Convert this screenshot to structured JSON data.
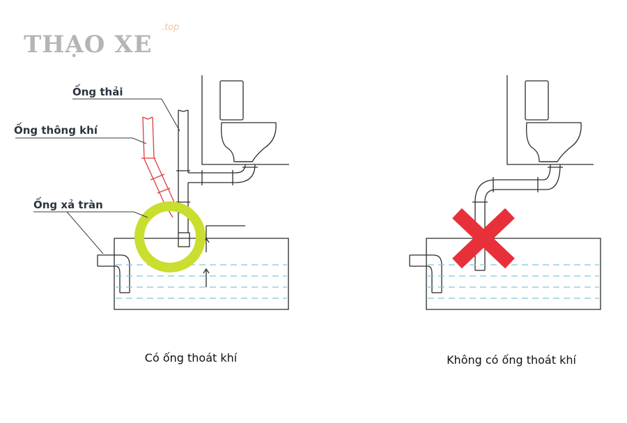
{
  "logo": {
    "main": "THẠO XE",
    "suffix": ".top"
  },
  "labels": {
    "waste_pipe": "Ống thải",
    "vent_pipe": "Ống thông khí",
    "overflow_pipe": "Ống xả tràn"
  },
  "captions": {
    "left": "Có ống thoát khí",
    "right": "Không có ống thoát khí"
  },
  "colors": {
    "line": "#2b2b2b",
    "vent": "#e0393e",
    "highlight_ring": "#c9de2f",
    "cross": "#e8303a",
    "water": "#7fc6dc"
  }
}
